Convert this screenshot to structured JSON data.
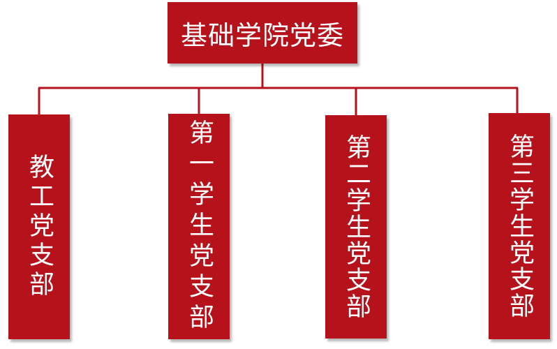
{
  "diagram": {
    "line_color": "#b5121b",
    "box_color": "#b5121b",
    "text_color": "#ffffff",
    "root": {
      "label": "基础学院党委"
    },
    "branches": [
      {
        "label": "教工党支部"
      },
      {
        "label": "第一学生党支部"
      },
      {
        "label": "第二学生党支部"
      },
      {
        "label": "第三学生党支部"
      }
    ]
  }
}
